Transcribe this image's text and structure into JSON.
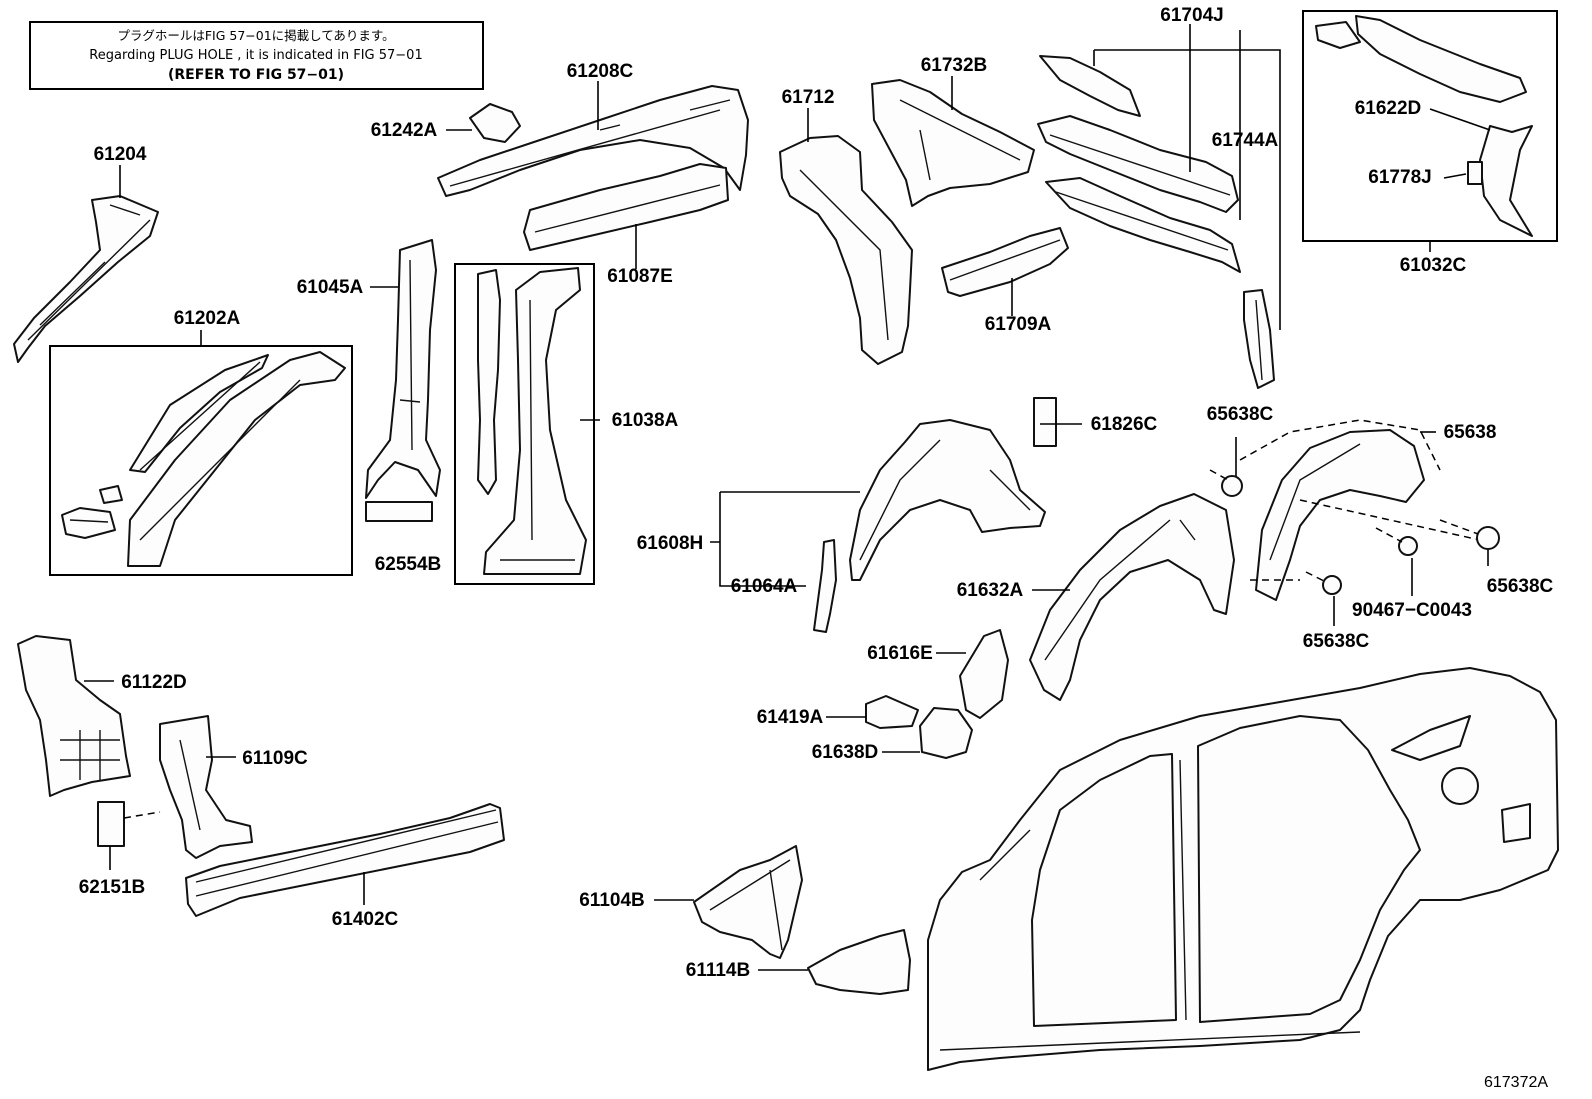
{
  "note": {
    "line1": "プラグホールはFIG 57−01に掲載してあります。",
    "line2": "Regarding PLUG HOLE , it is indicated in FIG 57−01",
    "line3": "(REFER TO FIG 57−01)"
  },
  "parts": {
    "p61204": "61204",
    "p61202A": "61202A",
    "p61242A": "61242A",
    "p61208C": "61208C",
    "p61087E": "61087E",
    "p61045A": "61045A",
    "p61038A": "61038A",
    "p62554B": "62554B",
    "p61712": "61712",
    "p61732B": "61732B",
    "p61709A": "61709A",
    "p61704J": "61704J",
    "p61744A": "61744A",
    "p61622D": "61622D",
    "p61778J": "61778J",
    "p61032C": "61032C",
    "p61826C": "61826C",
    "p65638C_a": "65638C",
    "p65638": "65638",
    "p61608H": "61608H",
    "p61064A": "61064A",
    "p61632A": "61632A",
    "p90467": "90467−C0043",
    "p65638C_b": "65638C",
    "p65638C_c": "65638C",
    "p61616E": "61616E",
    "p61419A": "61419A",
    "p61638D": "61638D",
    "p61122D": "61122D",
    "p61109C": "61109C",
    "p62151B": "62151B",
    "p61402C": "61402C",
    "p61104B": "61104B",
    "p61114B": "61114B"
  },
  "figure_id": "617372A"
}
